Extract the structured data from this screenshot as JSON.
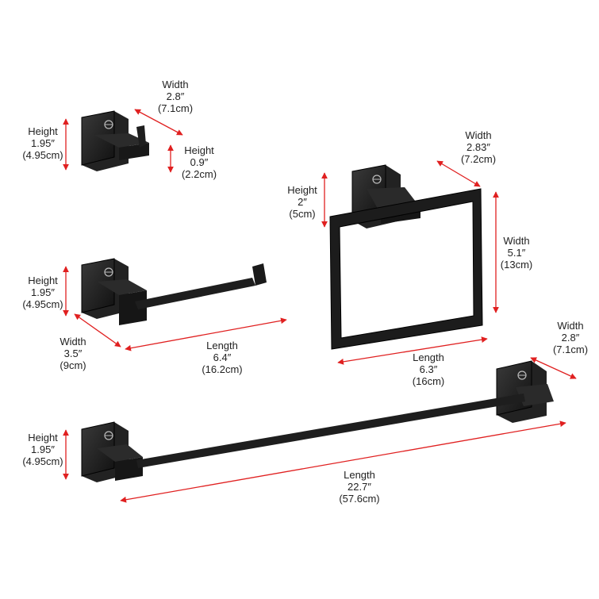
{
  "accent_color": "#e02020",
  "product_color": "#1c1c1c",
  "items": {
    "robe_hook": {
      "height": {
        "label": "Height",
        "imperial": "1.95″",
        "metric": "(4.95cm)"
      },
      "width": {
        "label": "Width",
        "imperial": "2.8″",
        "metric": "(7.1cm)"
      },
      "hook_height": {
        "label": "Height",
        "imperial": "0.9″",
        "metric": "(2.2cm)"
      }
    },
    "towel_ring": {
      "height": {
        "label": "Height",
        "imperial": "2″",
        "metric": "(5cm)"
      },
      "width": {
        "label": "Width",
        "imperial": "2.83″",
        "metric": "(7.2cm)"
      },
      "ring_width": {
        "label": "Width",
        "imperial": "5.1″",
        "metric": "(13cm)"
      },
      "length": {
        "label": "Length",
        "imperial": "6.3″",
        "metric": "(16cm)"
      }
    },
    "paper_holder": {
      "height": {
        "label": "Height",
        "imperial": "1.95″",
        "metric": "(4.95cm)"
      },
      "width": {
        "label": "Width",
        "imperial": "3.5″",
        "metric": "(9cm)"
      },
      "length": {
        "label": "Length",
        "imperial": "6.4″",
        "metric": "(16.2cm)"
      }
    },
    "towel_bar": {
      "height": {
        "label": "Height",
        "imperial": "1.95″",
        "metric": "(4.95cm)"
      },
      "width": {
        "label": "Width",
        "imperial": "2.8″",
        "metric": "(7.1cm)"
      },
      "length": {
        "label": "Length",
        "imperial": "22.7″",
        "metric": "(57.6cm)"
      }
    }
  }
}
